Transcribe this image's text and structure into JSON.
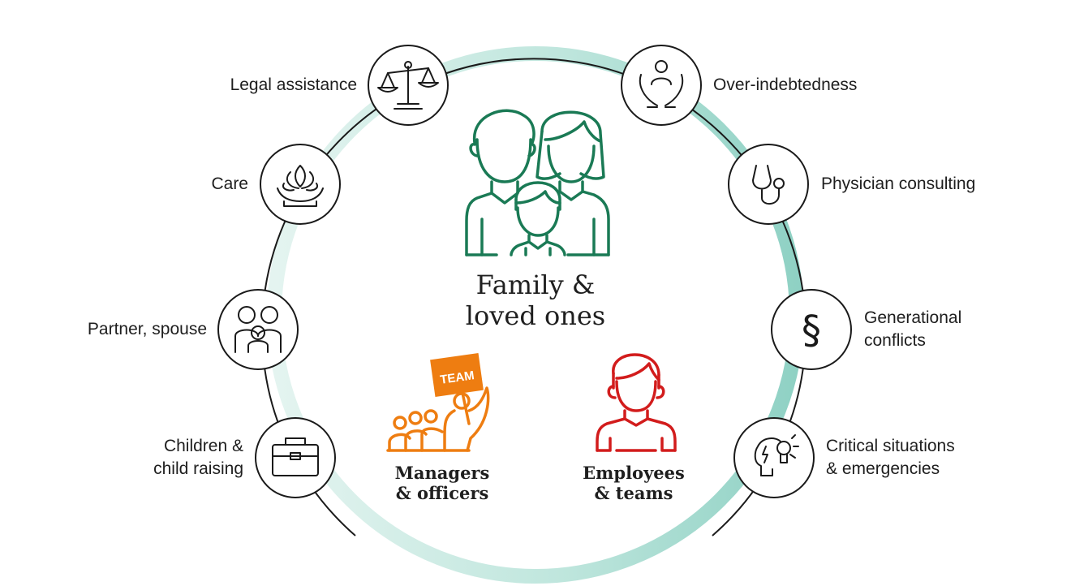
{
  "center": {
    "line1": "Family &",
    "line2": "loved ones"
  },
  "groups": {
    "managers": {
      "line1": "Managers",
      "line2": "& officers",
      "badge": "TEAM",
      "color": "#ee7d11"
    },
    "employees": {
      "line1": "Employees",
      "line2": "& teams",
      "color": "#d21c1c"
    }
  },
  "services": {
    "legal": {
      "label": "Legal assistance",
      "icon": "scales-icon"
    },
    "care": {
      "label": "Care",
      "icon": "lotus-hands-icon"
    },
    "partner": {
      "label": "Partner, spouse",
      "icon": "family-icon"
    },
    "children": {
      "line1": "Children &",
      "line2": "child raising",
      "icon": "briefcase-icon"
    },
    "debt": {
      "label": "Over-indebtedness",
      "icon": "hands-person-icon"
    },
    "physician": {
      "label": "Physician consulting",
      "icon": "stethoscope-icon"
    },
    "generational": {
      "line1": "Generational",
      "line2": "conflicts",
      "icon": "paragraph-icon"
    },
    "critical": {
      "line1": "Critical situations",
      "line2": "& emergencies",
      "icon": "head-lightbulb-icon"
    }
  },
  "colors": {
    "ring": "#a9dcd2",
    "family": "#1a7a55",
    "outline": "#1a1a1a"
  }
}
